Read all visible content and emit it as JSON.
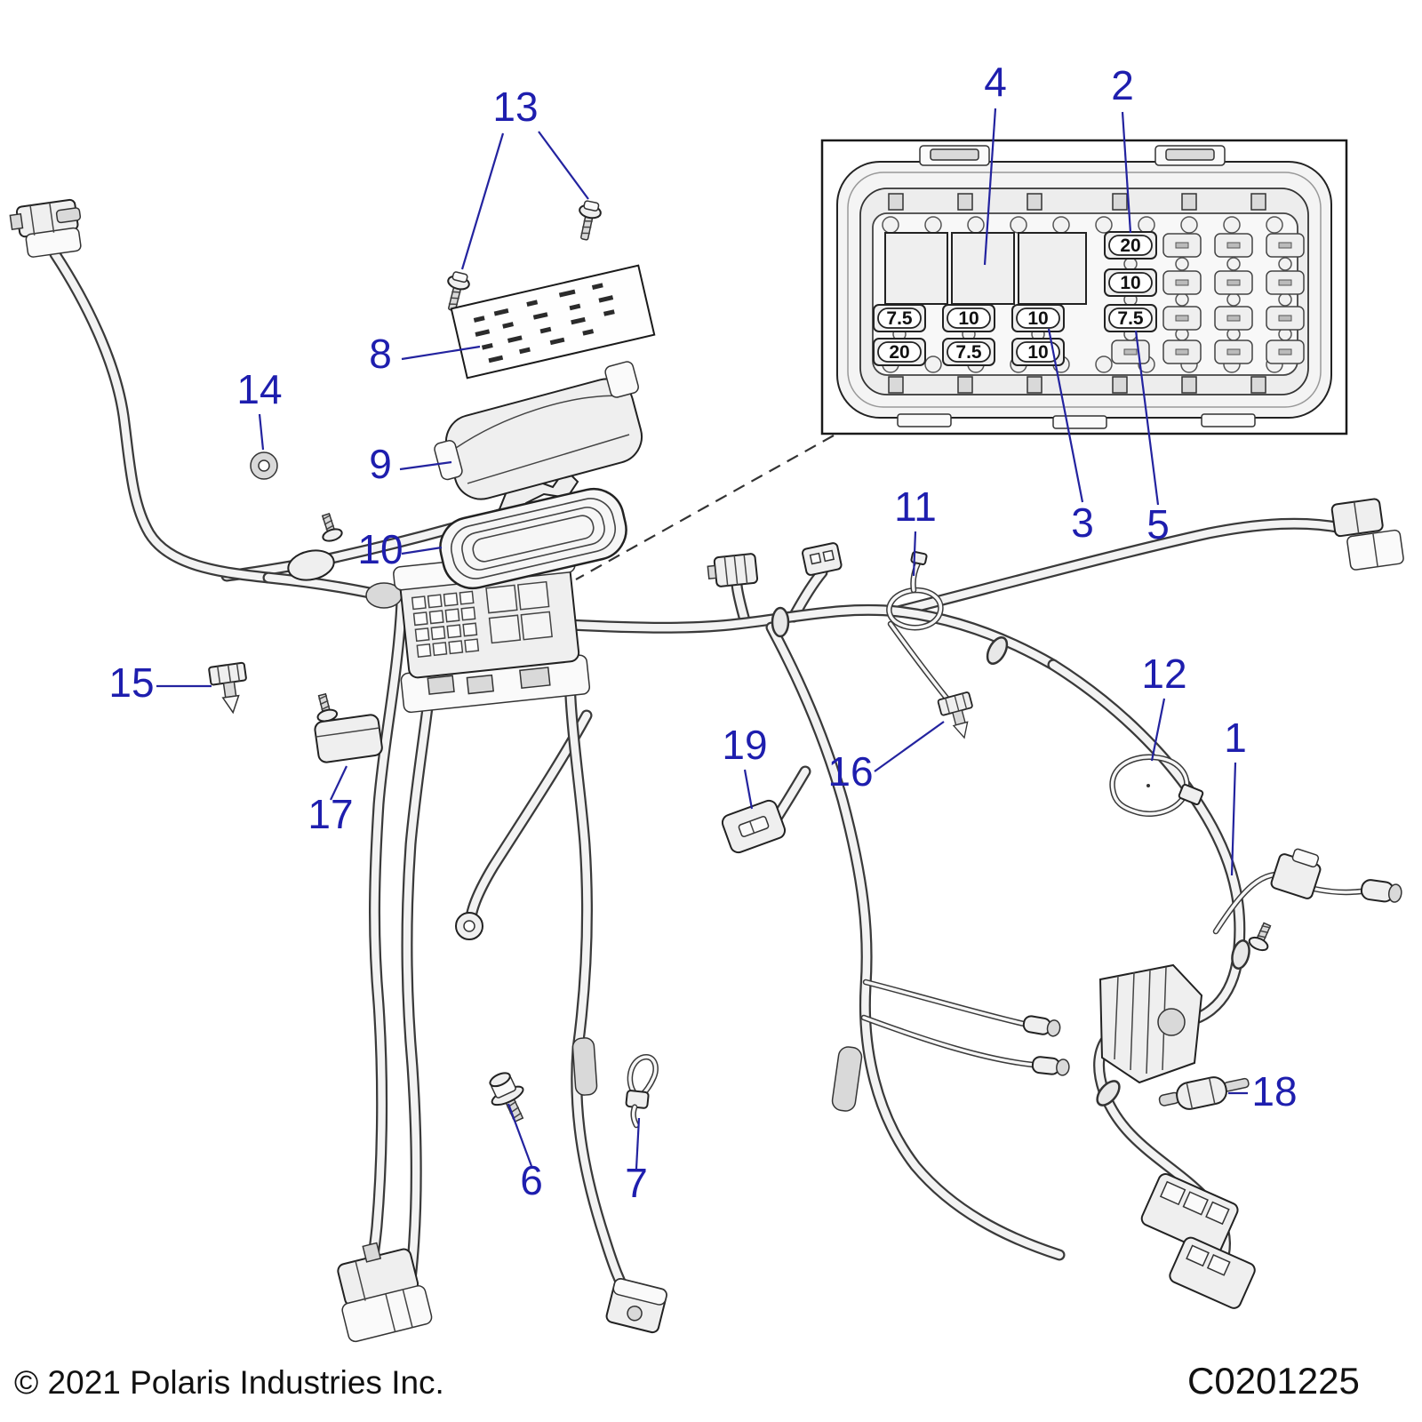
{
  "figure": {
    "background": "#ffffff",
    "line_color": "#1a1a1a",
    "callout_color": "#1e1eae"
  },
  "footer": {
    "copyright": "© 2021 Polaris Industries Inc.",
    "diagram_code": "C0201225"
  },
  "callouts": [
    {
      "label": "1"
    },
    {
      "label": "2"
    },
    {
      "label": "3"
    },
    {
      "label": "4"
    },
    {
      "label": "5"
    },
    {
      "label": "6"
    },
    {
      "label": "7"
    },
    {
      "label": "8"
    },
    {
      "label": "9"
    },
    {
      "label": "10"
    },
    {
      "label": "11"
    },
    {
      "label": "12"
    },
    {
      "label": "13"
    },
    {
      "label": "14"
    },
    {
      "label": "15"
    },
    {
      "label": "16"
    },
    {
      "label": "17"
    },
    {
      "label": "18"
    },
    {
      "label": "19"
    }
  ],
  "fuse_panel": {
    "fuses": [
      {
        "label": "20"
      },
      {
        "label": "10"
      },
      {
        "label": "7.5"
      },
      {
        "label": "10"
      },
      {
        "label": "10"
      },
      {
        "label": "7.5"
      },
      {
        "label": "20"
      },
      {
        "label": "7.5"
      },
      {
        "label": "10"
      }
    ]
  }
}
